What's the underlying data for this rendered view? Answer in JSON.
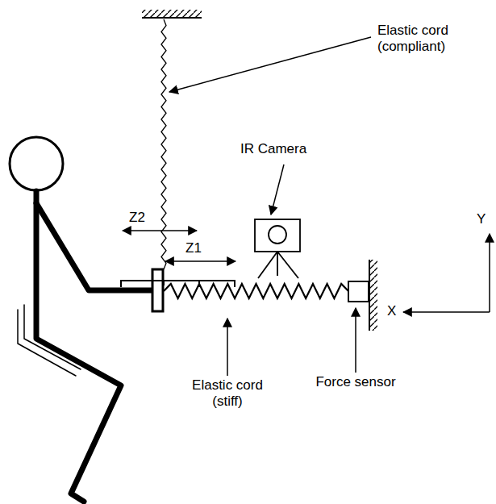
{
  "diagram": {
    "labels": [
      "Elastic cord (compliant)",
      "IR Camera",
      "Z2",
      "Z1",
      "Y",
      "X",
      "Elastic cord (stiff)",
      "Force sensor"
    ]
  }
}
